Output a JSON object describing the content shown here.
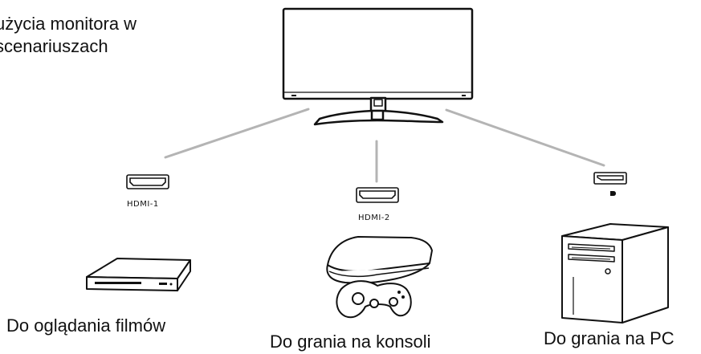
{
  "title": {
    "line1": "użycia monitora w",
    "line2": "scenariuszach"
  },
  "ports": {
    "hdmi1": "HDMI-1",
    "hdmi2": "HDMI-2",
    "dp": "DisplayPort"
  },
  "captions": {
    "movies": "Do oglądania filmów",
    "console": "Do grania na konsoli",
    "pc": "Do grania na PC"
  },
  "colors": {
    "line": "#b4b4b4",
    "stroke": "#111111"
  }
}
